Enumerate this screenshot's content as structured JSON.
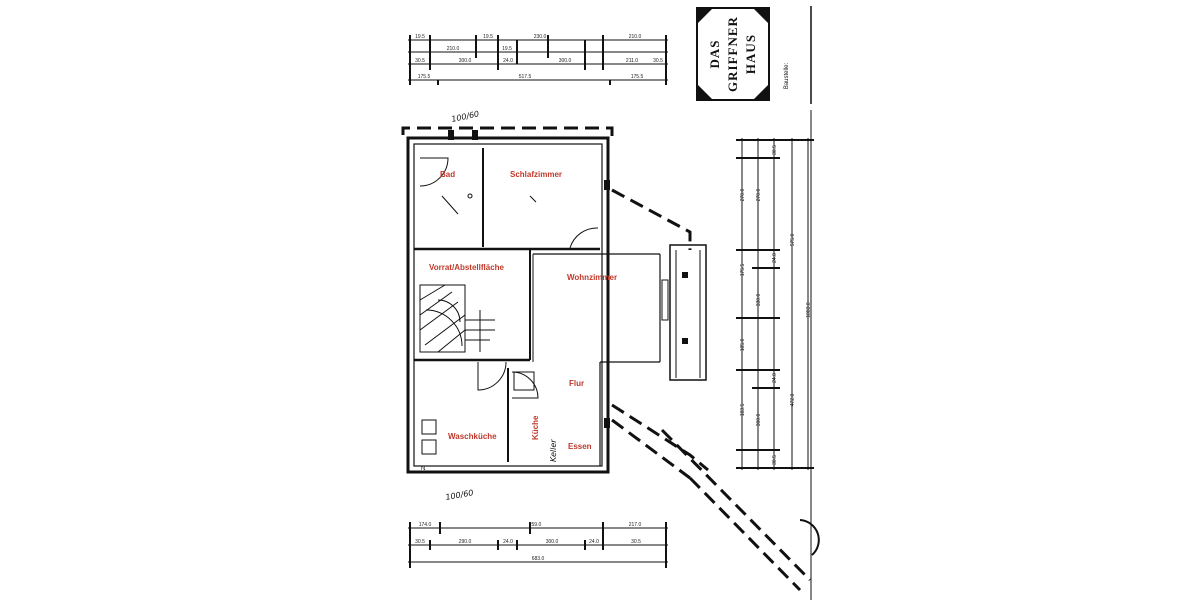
{
  "logo": {
    "line1": "DAS",
    "line2": "GRIFFNER",
    "line3": "HAUS",
    "caption": "Baustelle:"
  },
  "annotations": {
    "top_handwritten": "100/60",
    "bottom_handwritten": "100/60",
    "kellerl": "Keller",
    "north_mark": "N"
  },
  "rooms": {
    "bad": "Bad",
    "schlafzimmer": "Schlafzimmer",
    "vorrat": "Vorrat/Abstellfläche",
    "wohnzimmer": "Wohnzimmer",
    "flur": "Flur",
    "waschkueche": "Waschküche",
    "kueche": "Küche",
    "essen": "Essen"
  },
  "dimensions": {
    "top_row1": [
      "19.5",
      "210.0",
      "19.5",
      "19.5",
      "230.0",
      "210.0"
    ],
    "top_row2": [
      "30.5",
      "300.0",
      "24.0",
      "300.0",
      "211.0",
      "30.5"
    ],
    "top_row3": [
      "175.5",
      "517.5",
      "175.5"
    ],
    "bottom_row1": [
      "174.0",
      "259.0",
      "217.0"
    ],
    "bottom_row2": [
      "30.5",
      "290.0",
      "24.0",
      "300.0",
      "24.0",
      "30.5"
    ],
    "bottom_row3": [
      "683.0"
    ],
    "right_col1": [
      "30.5",
      "270.0",
      "175.5",
      "185.0",
      "183.5",
      "30.5"
    ],
    "right_col2": [
      "30.5",
      "270.0",
      "24.0",
      "330.0",
      "300.0",
      "24.0",
      "30.5"
    ],
    "right_col3": [
      "575.0",
      "472.0"
    ],
    "right_total": [
      "1083.0"
    ]
  }
}
